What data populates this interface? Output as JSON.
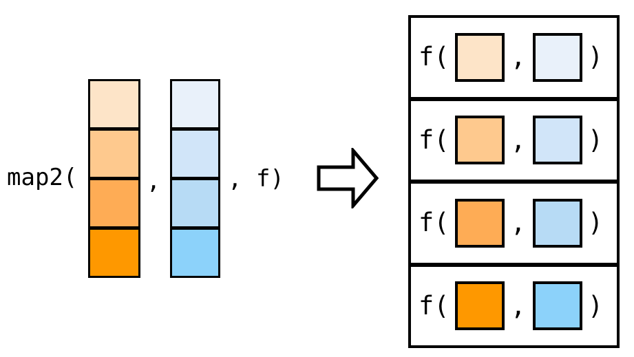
{
  "left": {
    "call_prefix": "map2(",
    "args_separator": ",",
    "call_suffix": ", f)",
    "orange_array": {
      "cells": [
        {
          "color": "#fde4c8"
        },
        {
          "color": "#fec98e"
        },
        {
          "color": "#feac55"
        },
        {
          "color": "#fe9800"
        }
      ]
    },
    "blue_array": {
      "cells": [
        {
          "color": "#e9f1fa"
        },
        {
          "color": "#d1e5f9"
        },
        {
          "color": "#b7dbf5"
        },
        {
          "color": "#8cd2fa"
        }
      ]
    }
  },
  "arrow": {
    "icon": "right-block-arrow"
  },
  "result": {
    "rows": [
      {
        "fn_open": "f(",
        "comma": ",",
        "close": ")",
        "orange_color": "#fde4c8",
        "blue_color": "#e9f1fa"
      },
      {
        "fn_open": "f(",
        "comma": ",",
        "close": ")",
        "orange_color": "#fec98e",
        "blue_color": "#d1e5f9"
      },
      {
        "fn_open": "f(",
        "comma": ",",
        "close": ")",
        "orange_color": "#feac55",
        "blue_color": "#b7dbf5"
      },
      {
        "fn_open": "f(",
        "comma": ",",
        "close": ")",
        "orange_color": "#fe9800",
        "blue_color": "#8cd2fa"
      }
    ]
  },
  "colors": {
    "border": "#000000",
    "background": "#ffffff"
  }
}
